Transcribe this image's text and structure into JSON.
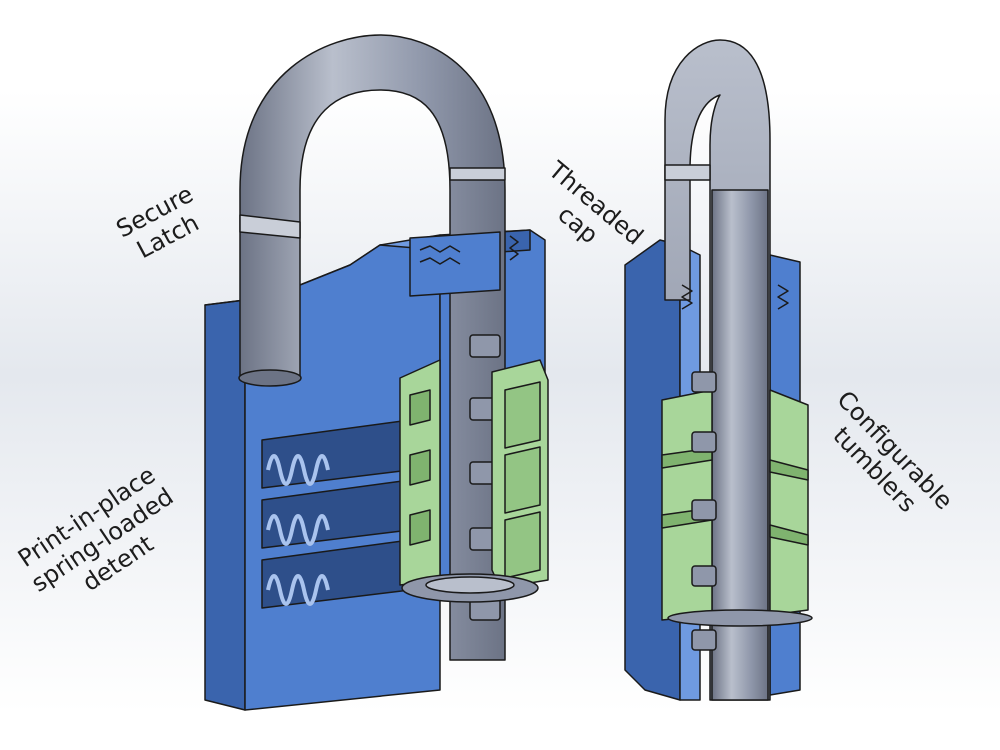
{
  "labels": {
    "secure_latch": [
      "Secure",
      "Latch"
    ],
    "threaded_cap": [
      "Threaded",
      "cap"
    ],
    "configurable_tumblers": [
      "Configurable",
      "tumblers"
    ],
    "spring_detent": [
      "Print-in-place",
      "spring-loaded",
      "detent"
    ]
  },
  "colors": {
    "body_blue": "#4f7fcf",
    "body_blue_dark": "#3a64ad",
    "body_blue_light": "#6f9ae0",
    "shackle_gray": "#8f97aa",
    "shackle_light": "#b9bfcc",
    "shackle_dark": "#6c7385",
    "tumbler_green": "#a8d69a",
    "tumbler_green_dark": "#7fb36f",
    "outline": "#1a1a1a"
  }
}
